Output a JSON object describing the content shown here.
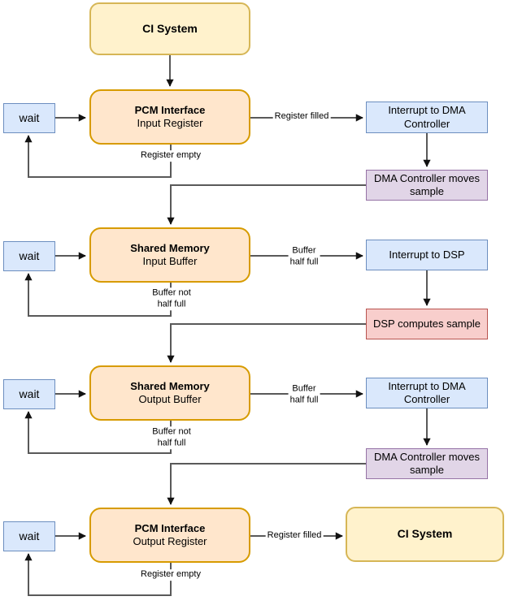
{
  "diagram": {
    "type": "flowchart",
    "description_visible": false
  },
  "colors": {
    "yellow_fill": "#fff2cc",
    "yellow_stroke": "#d6b656",
    "orange_fill": "#ffe6cc",
    "orange_stroke": "#d79b00",
    "blue_fill": "#dae8fc",
    "blue_stroke": "#6c8ebf",
    "purple_fill": "#e1d5e7",
    "purple_stroke": "#9673a6",
    "red_fill": "#f8cecc",
    "red_stroke": "#b85450",
    "edge_stroke": "#595959",
    "arrowhead_fill": "#111111"
  },
  "nodes": {
    "ci_top": {
      "label": "CI System"
    },
    "pcm_input": {
      "title": "PCM Interface",
      "subtitle": "Input Register"
    },
    "wait1": {
      "label": "wait"
    },
    "interrupt_dma_1": {
      "label": "Interrupt to DMA Controller"
    },
    "dma_moves_1": {
      "label": "DMA Controller moves sample"
    },
    "shared_input": {
      "title": "Shared Memory",
      "subtitle": "Input Buffer"
    },
    "wait2": {
      "label": "wait"
    },
    "interrupt_dsp": {
      "label": "Interrupt to DSP"
    },
    "dsp_computes": {
      "label": "DSP computes sample"
    },
    "shared_output": {
      "title": "Shared Memory",
      "subtitle": "Output Buffer"
    },
    "wait3": {
      "label": "wait"
    },
    "interrupt_dma_2": {
      "label": "Interrupt to DMA Controller"
    },
    "dma_moves_2": {
      "label": "DMA Controller moves sample"
    },
    "pcm_output": {
      "title": "PCM Interface",
      "subtitle": "Output Register"
    },
    "wait4": {
      "label": "wait"
    },
    "ci_bottom": {
      "label": "CI System"
    }
  },
  "edge_labels": {
    "register_filled_1": "Register filled",
    "register_empty_1": "Register empty",
    "buffer_half_full_1": "Buffer\nhalf full",
    "buffer_not_half_full_1": "Buffer not\nhalf full",
    "buffer_half_full_2": "Buffer\nhalf full",
    "buffer_not_half_full_2": "Buffer not\nhalf full",
    "register_filled_2": "Register filled",
    "register_empty_2": "Register empty"
  }
}
